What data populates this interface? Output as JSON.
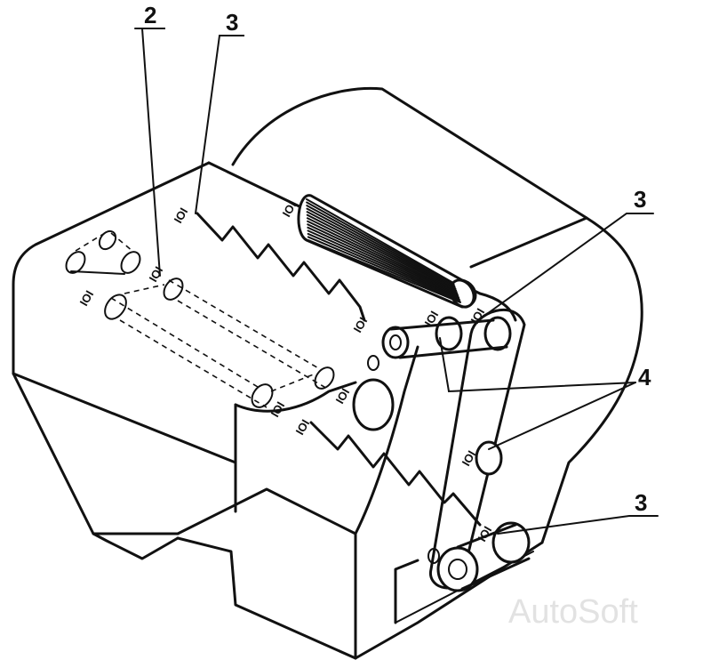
{
  "callouts": {
    "label_2": "2",
    "label_3_top": "3",
    "label_3_right_upper": "3",
    "label_4": "4",
    "label_3_right_lower": "3"
  },
  "watermark": "AutoSoft",
  "colors": {
    "ink": "#111111",
    "background": "#ffffff",
    "watermark": "#e2e2e2"
  }
}
